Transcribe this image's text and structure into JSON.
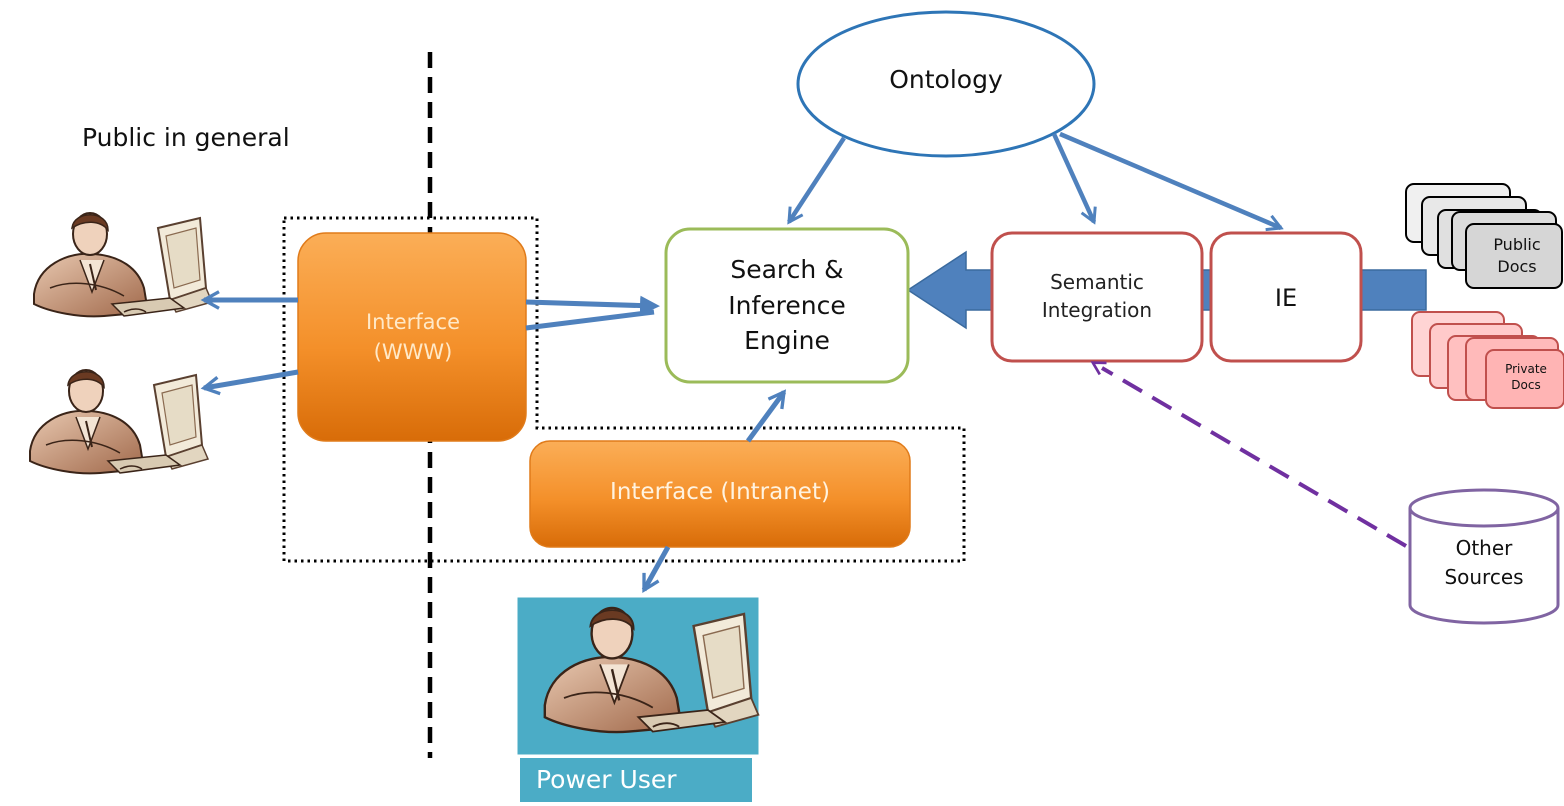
{
  "heading": "Public  in general",
  "nodes": {
    "ontology": "Ontology",
    "search_engine": "Search &\nInference\nEngine",
    "semantic_integration": "Semantic\nIntegration",
    "ie": "IE",
    "interface_www": "Interface\n(WWW)",
    "interface_intranet": "Interface (Intranet)",
    "other_sources": "Other\nSources",
    "public_docs": "Public\nDocs",
    "private_docs": "Private\nDocs",
    "power_user": "Power User"
  },
  "colors": {
    "arrow_blue": "#4f81bd",
    "orange": "#f79646",
    "ontology_border": "#2e75b6",
    "search_border": "#9bbb59",
    "ie_border": "#c0504d",
    "other_sources_border": "#8064a2",
    "dashed_purple": "#7030a0",
    "power_user_bg": "#4bacc6"
  }
}
